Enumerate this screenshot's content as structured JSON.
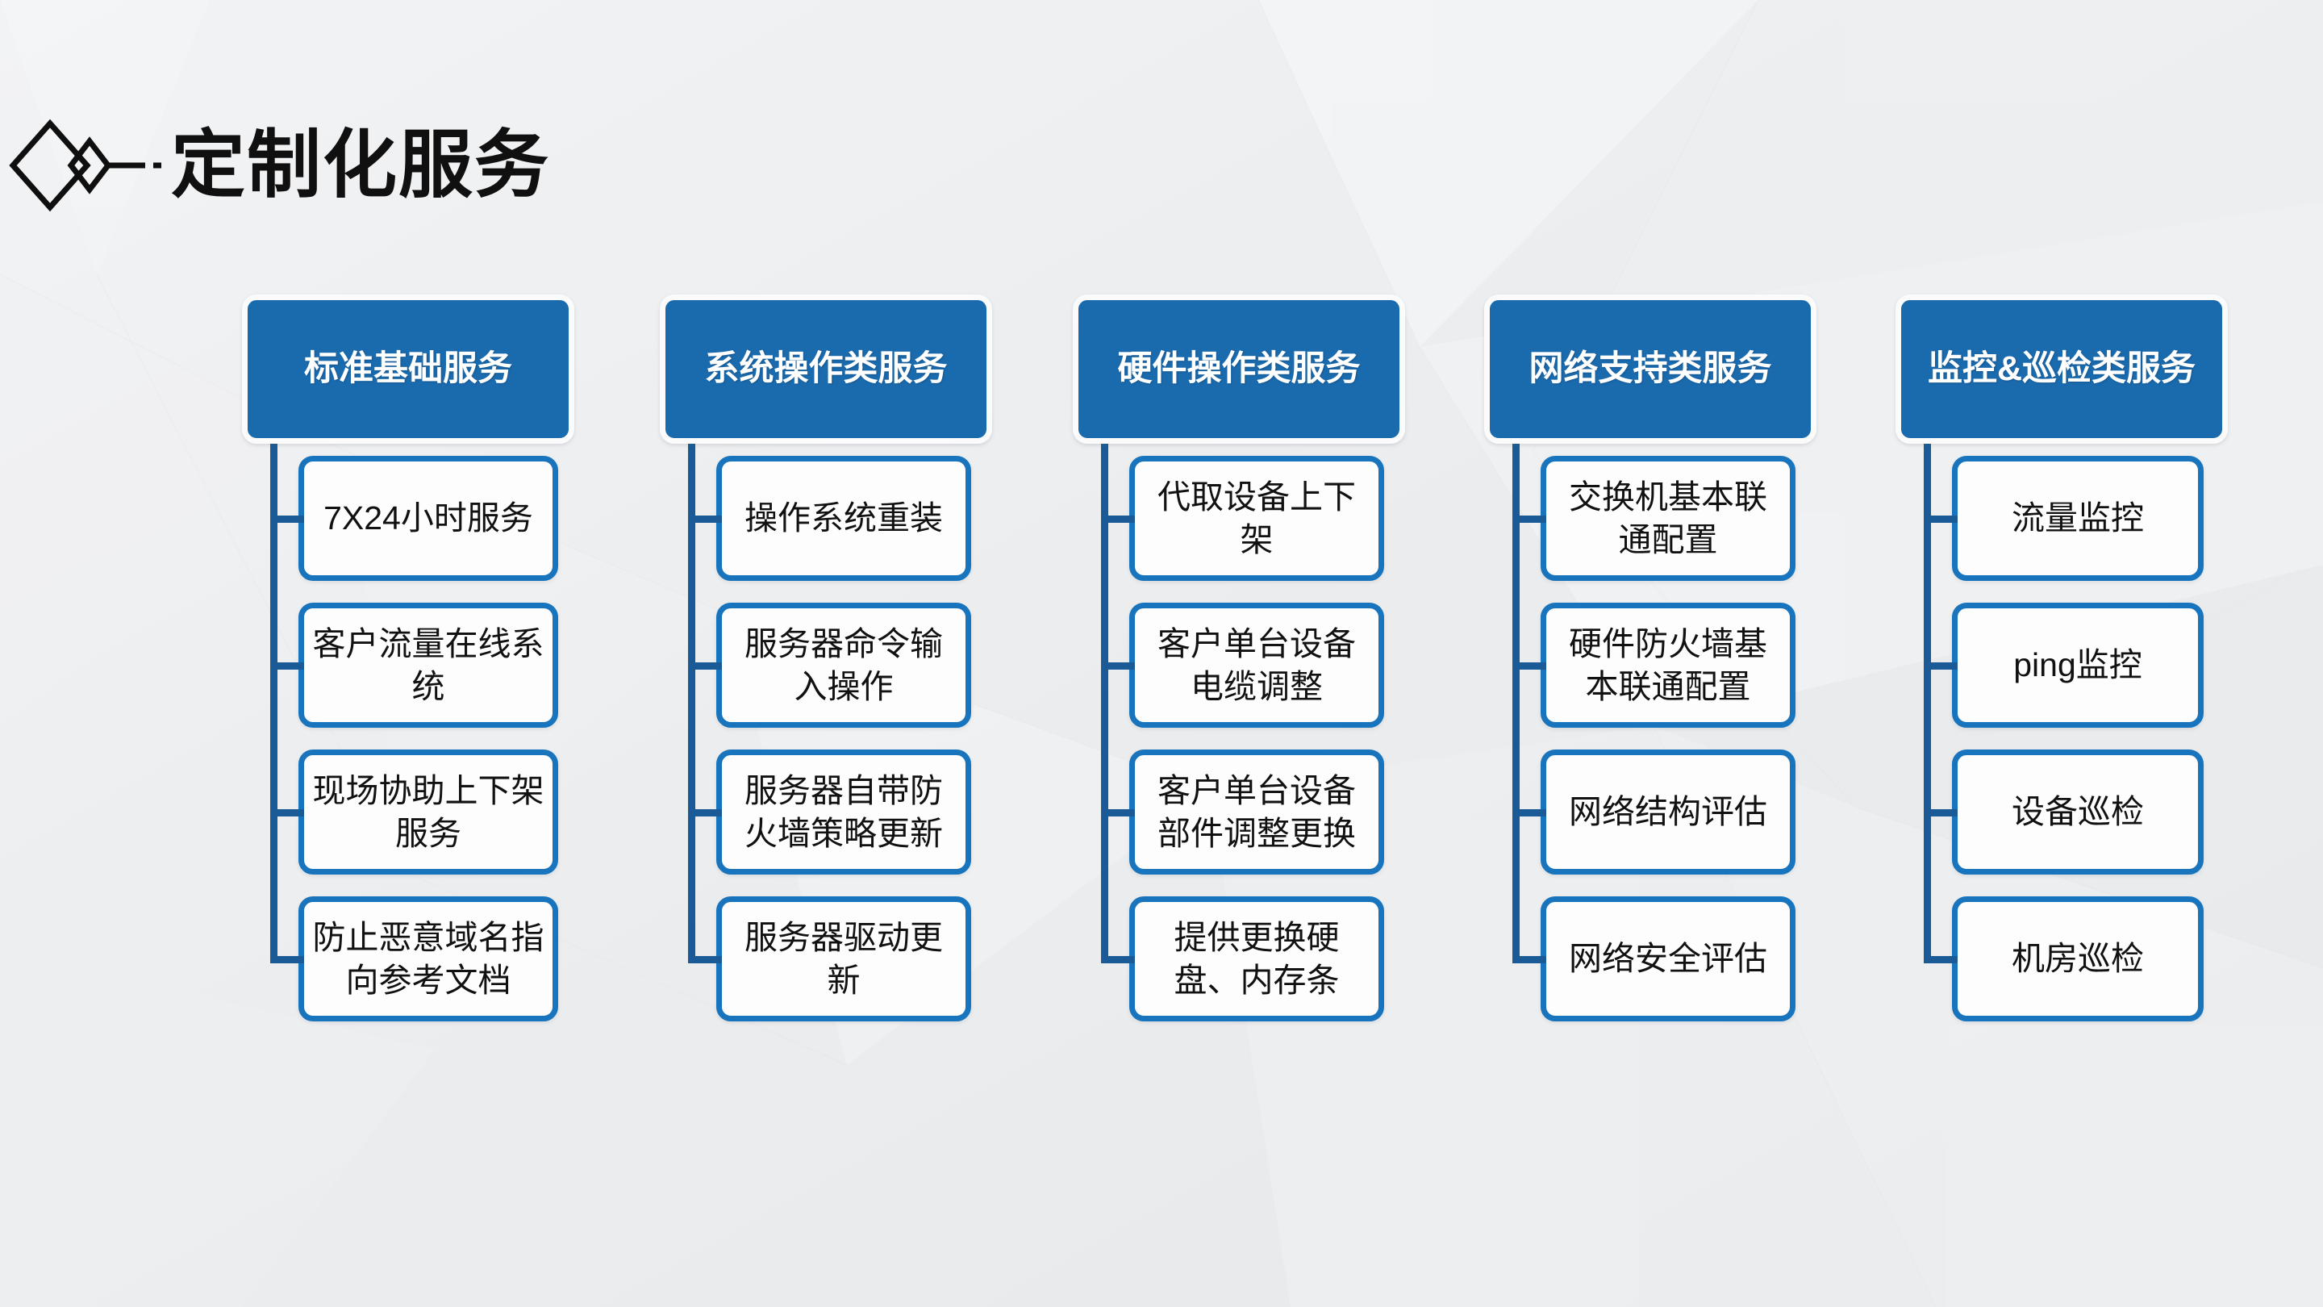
{
  "page": {
    "title": "定制化服务",
    "title_icon": "double-diamond-icon",
    "accent_blue": "#1a6aae",
    "border_blue": "#1874bc",
    "connector_blue": "#1a5a96",
    "background": "#eceef0"
  },
  "columns": [
    {
      "header": "标准基础服务",
      "items": [
        "7X24小时服务",
        "客户流量在线系统",
        "现场协助上下架服务",
        "防止恶意域名指向参考文档"
      ]
    },
    {
      "header": "系统操作类服务",
      "items": [
        "操作系统重装",
        "服务器命令输入操作",
        "服务器自带防火墙策略更新",
        "服务器驱动更新"
      ]
    },
    {
      "header": "硬件操作类服务",
      "items": [
        "代取设备上下架",
        "客户单台设备电缆调整",
        "客户单台设备部件调整更换",
        "提供更换硬盘、内存条"
      ]
    },
    {
      "header": "网络支持类服务",
      "items": [
        "交换机基本联通配置",
        "硬件防火墙基本联通配置",
        "网络结构评估",
        "网络安全评估"
      ]
    },
    {
      "header": "监控&巡检类服务",
      "items": [
        "流量监控",
        "ping监控",
        "设备巡检",
        "机房巡检"
      ]
    }
  ]
}
